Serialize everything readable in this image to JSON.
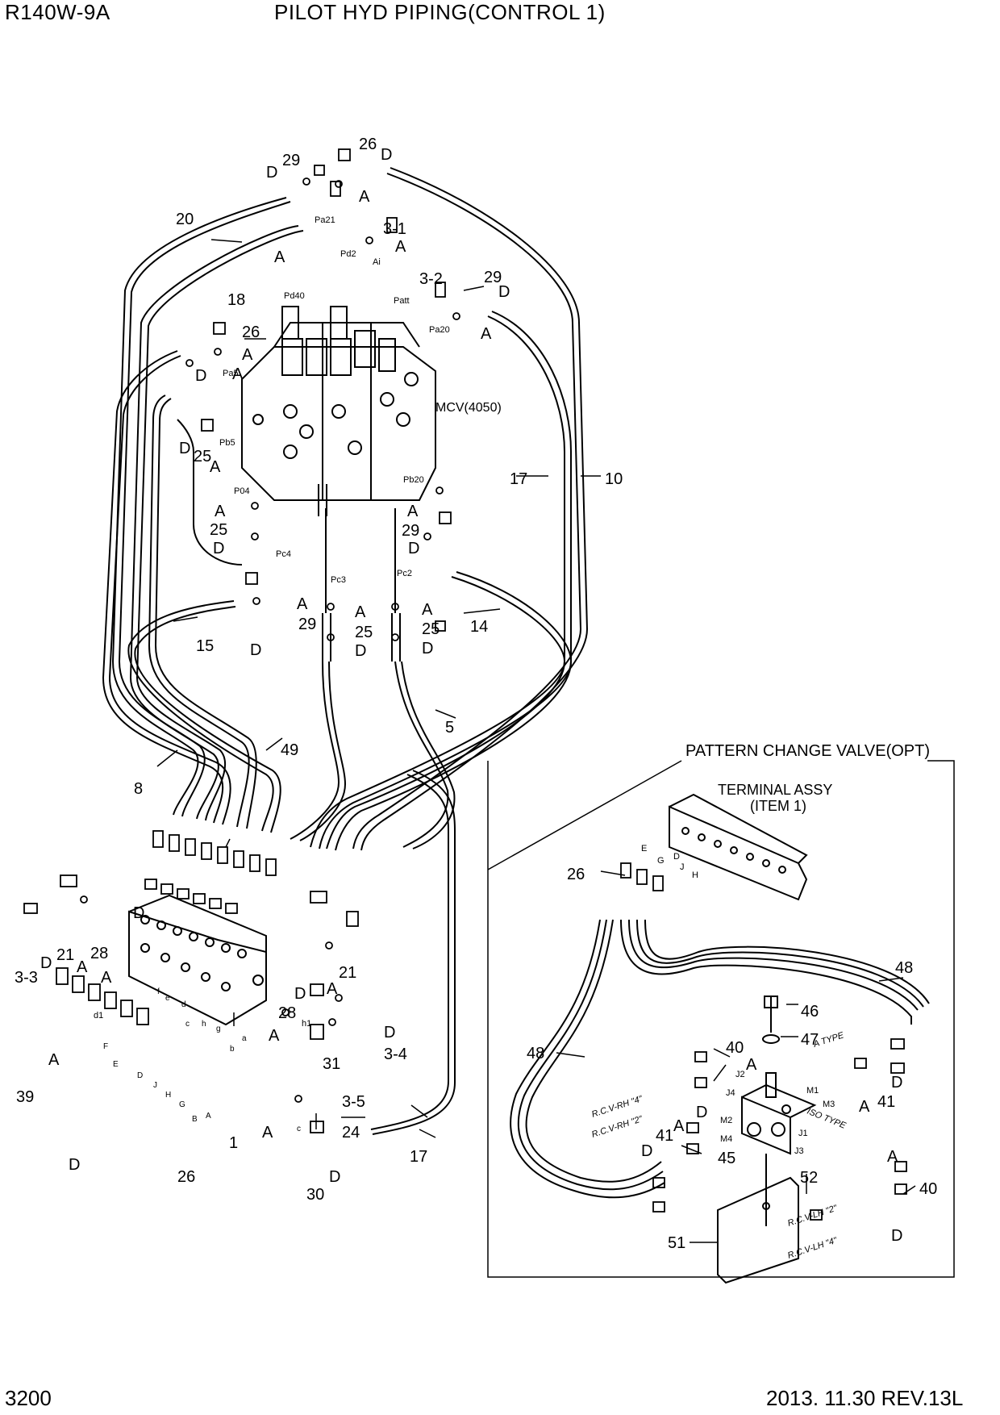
{
  "header": {
    "model": "R140W-9A",
    "title": "PILOT HYD PIPING(CONTROL 1)"
  },
  "footer": {
    "page": "3200",
    "revision": "2013. 11.30  REV.13L"
  },
  "inset": {
    "title": "PATTERN CHANGE VALVE(OPT)",
    "terminal_line1": "TERMINAL ASSY",
    "terminal_line2": "(ITEM 1)"
  },
  "mcv_label": "MCV(4050)",
  "port_labels": [
    "Pa21",
    "Pd2",
    "Ai",
    "Patt",
    "Pd40",
    "Pa20",
    "Pa5",
    "Pb5",
    "P04",
    "Pb20",
    "Pc4",
    "Pc3",
    "Pc2",
    "d1",
    "h1"
  ],
  "callouts": [
    "26",
    "D",
    "29",
    "D",
    "A",
    "20",
    "3-1",
    "A",
    "A",
    "18",
    "3-2",
    "29",
    "D",
    "A",
    "26",
    "A",
    "D",
    "A",
    "D",
    "25",
    "A",
    "17",
    "10",
    "A",
    "25",
    "D",
    "A",
    "29",
    "D",
    "A",
    "29",
    "D",
    "A",
    "25",
    "D",
    "A",
    "25",
    "D",
    "14",
    "15",
    "5",
    "49",
    "8",
    "D",
    "28",
    "21",
    "3-3",
    "D",
    "A",
    "A",
    "D",
    "28",
    "A",
    "21",
    "A",
    "D",
    "31",
    "3-4",
    "3-5",
    "39",
    "A",
    "24",
    "A",
    "1",
    "D",
    "26",
    "17",
    "30",
    "D"
  ],
  "inset_callouts": [
    "26",
    "48",
    "46",
    "47",
    "40",
    "A",
    "48",
    "A",
    "D",
    "41",
    "D",
    "41",
    "A",
    "D",
    "45",
    "A",
    "52",
    "40",
    "51",
    "D"
  ],
  "terminal_ports": [
    "E",
    "G",
    "D",
    "J",
    "H"
  ],
  "valve_ports": [
    "J2",
    "J4",
    "M1",
    "M3",
    "M2",
    "M4",
    "J1",
    "J3",
    "A TYPE",
    "ISO TYPE"
  ],
  "rcv_labels": [
    "R.C.V-RH \"4\"",
    "R.C.V-RH \"2\"",
    "R.C.V-LH \"2\"",
    "R.C.V-LH \"4\""
  ],
  "block_ports": [
    "f",
    "e",
    "d",
    "c",
    "h",
    "g",
    "b",
    "a",
    "c",
    "F",
    "E",
    "D",
    "J",
    "H",
    "G",
    "B",
    "A",
    "d1"
  ]
}
